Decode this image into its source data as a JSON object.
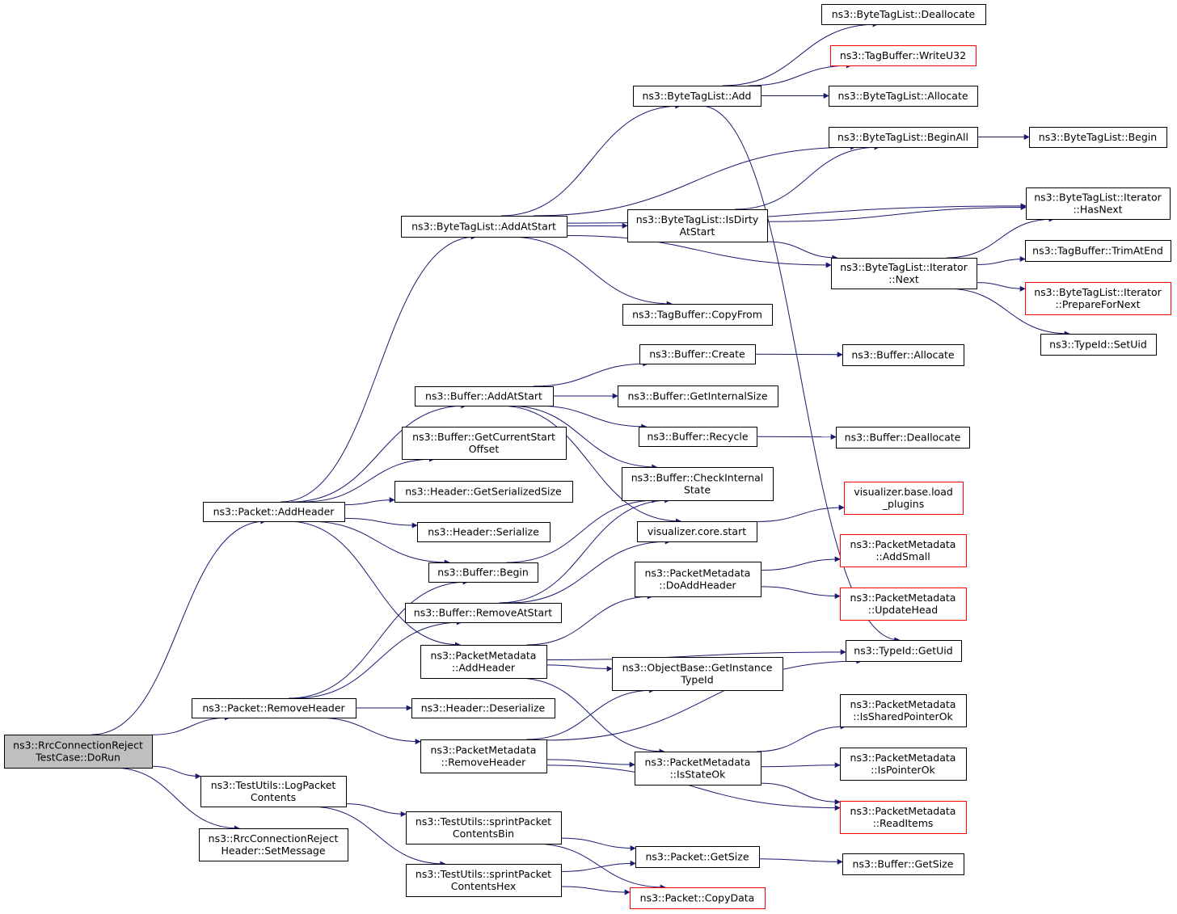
{
  "colors": {
    "edge": "#191970",
    "node_border": "#000000",
    "undocumented_border": "#ff0000",
    "root_fill": "#bfbfbf"
  },
  "nodes": [
    {
      "id": "root",
      "lines": [
        "ns3::RrcConnectionReject",
        "TestCase::DoRun"
      ],
      "root": true
    },
    {
      "id": "addheader",
      "lines": [
        "ns3::Packet::AddHeader"
      ]
    },
    {
      "id": "removeheader",
      "lines": [
        "ns3::Packet::RemoveHeader"
      ]
    },
    {
      "id": "logpacket",
      "lines": [
        "ns3::TestUtils::LogPacket",
        "Contents"
      ]
    },
    {
      "id": "setmessage",
      "lines": [
        "ns3::RrcConnectionReject",
        "Header::SetMessage"
      ]
    },
    {
      "id": "btl_addatstart",
      "lines": [
        "ns3::ByteTagList::AddAtStart"
      ]
    },
    {
      "id": "buf_addatstart",
      "lines": [
        "ns3::Buffer::AddAtStart"
      ]
    },
    {
      "id": "buf_getcurrentstart",
      "lines": [
        "ns3::Buffer::GetCurrentStart",
        "Offset"
      ]
    },
    {
      "id": "hdr_getserializedsize",
      "lines": [
        "ns3::Header::GetSerializedSize"
      ]
    },
    {
      "id": "hdr_serialize",
      "lines": [
        "ns3::Header::Serialize"
      ]
    },
    {
      "id": "buf_begin",
      "lines": [
        "ns3::Buffer::Begin"
      ]
    },
    {
      "id": "buf_removeatstart",
      "lines": [
        "ns3::Buffer::RemoveAtStart"
      ]
    },
    {
      "id": "pm_addheader",
      "lines": [
        "ns3::PacketMetadata",
        "::AddHeader"
      ]
    },
    {
      "id": "hdr_deserialize",
      "lines": [
        "ns3::Header::Deserialize"
      ]
    },
    {
      "id": "pm_removeheader",
      "lines": [
        "ns3::PacketMetadata",
        "::RemoveHeader"
      ]
    },
    {
      "id": "sprint_bin",
      "lines": [
        "ns3::TestUtils::sprintPacket",
        "ContentsBin"
      ]
    },
    {
      "id": "sprint_hex",
      "lines": [
        "ns3::TestUtils::sprintPacket",
        "ContentsHex"
      ]
    },
    {
      "id": "btl_add",
      "lines": [
        "ns3::ByteTagList::Add"
      ]
    },
    {
      "id": "btl_isdirty",
      "lines": [
        "ns3::ByteTagList::IsDirty",
        "AtStart"
      ]
    },
    {
      "id": "tb_copyfrom",
      "lines": [
        "ns3::TagBuffer::CopyFrom"
      ]
    },
    {
      "id": "buf_create",
      "lines": [
        "ns3::Buffer::Create"
      ]
    },
    {
      "id": "buf_getinternalsize",
      "lines": [
        "ns3::Buffer::GetInternalSize"
      ]
    },
    {
      "id": "buf_recycle",
      "lines": [
        "ns3::Buffer::Recycle"
      ]
    },
    {
      "id": "buf_checkinternal",
      "lines": [
        "ns3::Buffer::CheckInternal",
        "State"
      ]
    },
    {
      "id": "viz_core_start",
      "lines": [
        "visualizer.core.start"
      ]
    },
    {
      "id": "pm_doaddheader",
      "lines": [
        "ns3::PacketMetadata",
        "::DoAddHeader"
      ]
    },
    {
      "id": "ob_getinstancetypeid",
      "lines": [
        "ns3::ObjectBase::GetInstance",
        "TypeId"
      ]
    },
    {
      "id": "pm_isstateok",
      "lines": [
        "ns3::PacketMetadata",
        "::IsStateOk"
      ]
    },
    {
      "id": "pkt_getsize",
      "lines": [
        "ns3::Packet::GetSize"
      ]
    },
    {
      "id": "pkt_copydata",
      "lines": [
        "ns3::Packet::CopyData"
      ],
      "red": true
    },
    {
      "id": "btl_deallocate",
      "lines": [
        "ns3::ByteTagList::Deallocate"
      ]
    },
    {
      "id": "tb_writeu32",
      "lines": [
        "ns3::TagBuffer::WriteU32"
      ],
      "red": true
    },
    {
      "id": "btl_allocate",
      "lines": [
        "ns3::ByteTagList::Allocate"
      ]
    },
    {
      "id": "btl_beginall",
      "lines": [
        "ns3::ByteTagList::BeginAll"
      ]
    },
    {
      "id": "btl_iter_next",
      "lines": [
        "ns3::ByteTagList::Iterator",
        "::Next"
      ]
    },
    {
      "id": "buf_allocate",
      "lines": [
        "ns3::Buffer::Allocate"
      ]
    },
    {
      "id": "buf_deallocate",
      "lines": [
        "ns3::Buffer::Deallocate"
      ]
    },
    {
      "id": "viz_load_plugins",
      "lines": [
        "visualizer.base.load",
        "_plugins"
      ],
      "red": true
    },
    {
      "id": "pm_addsmall",
      "lines": [
        "ns3::PacketMetadata",
        "::AddSmall"
      ],
      "red": true
    },
    {
      "id": "pm_updatehead",
      "lines": [
        "ns3::PacketMetadata",
        "::UpdateHead"
      ],
      "red": true
    },
    {
      "id": "typeid_getuid",
      "lines": [
        "ns3::TypeId::GetUid"
      ]
    },
    {
      "id": "pm_issharedpointerok",
      "lines": [
        "ns3::PacketMetadata",
        "::IsSharedPointerOk"
      ]
    },
    {
      "id": "pm_ispointerok",
      "lines": [
        "ns3::PacketMetadata",
        "::IsPointerOk"
      ]
    },
    {
      "id": "pm_readitems",
      "lines": [
        "ns3::PacketMetadata",
        "::ReadItems"
      ],
      "red": true
    },
    {
      "id": "buf_getsize",
      "lines": [
        "ns3::Buffer::GetSize"
      ]
    },
    {
      "id": "btl_begin",
      "lines": [
        "ns3::ByteTagList::Begin"
      ]
    },
    {
      "id": "btl_iter_hasnext",
      "lines": [
        "ns3::ByteTagList::Iterator",
        "::HasNext"
      ]
    },
    {
      "id": "tb_trimatend",
      "lines": [
        "ns3::TagBuffer::TrimAtEnd"
      ]
    },
    {
      "id": "btl_iter_prepare",
      "lines": [
        "ns3::ByteTagList::Iterator",
        "::PrepareForNext"
      ],
      "red": true
    },
    {
      "id": "typeid_setuid",
      "lines": [
        "ns3::TypeId::SetUid"
      ]
    }
  ],
  "edges": [
    [
      "root",
      "addheader"
    ],
    [
      "root",
      "removeheader"
    ],
    [
      "root",
      "logpacket"
    ],
    [
      "root",
      "setmessage"
    ],
    [
      "addheader",
      "btl_addatstart"
    ],
    [
      "addheader",
      "buf_addatstart"
    ],
    [
      "addheader",
      "buf_getcurrentstart"
    ],
    [
      "addheader",
      "hdr_getserializedsize"
    ],
    [
      "addheader",
      "hdr_serialize"
    ],
    [
      "addheader",
      "buf_begin"
    ],
    [
      "addheader",
      "pm_addheader"
    ],
    [
      "removeheader",
      "buf_begin"
    ],
    [
      "removeheader",
      "buf_removeatstart"
    ],
    [
      "removeheader",
      "hdr_deserialize"
    ],
    [
      "removeheader",
      "pm_removeheader"
    ],
    [
      "logpacket",
      "sprint_bin"
    ],
    [
      "logpacket",
      "sprint_hex"
    ],
    [
      "btl_addatstart",
      "btl_add"
    ],
    [
      "btl_addatstart",
      "btl_beginall"
    ],
    [
      "btl_addatstart",
      "btl_iter_hasnext"
    ],
    [
      "btl_addatstart",
      "btl_isdirty"
    ],
    [
      "btl_addatstart",
      "btl_iter_next"
    ],
    [
      "btl_addatstart",
      "tb_copyfrom"
    ],
    [
      "btl_add",
      "btl_deallocate"
    ],
    [
      "btl_add",
      "tb_writeu32"
    ],
    [
      "btl_add",
      "btl_allocate"
    ],
    [
      "btl_add",
      "typeid_getuid"
    ],
    [
      "btl_beginall",
      "btl_begin"
    ],
    [
      "btl_isdirty",
      "btl_beginall"
    ],
    [
      "btl_isdirty",
      "btl_iter_hasnext"
    ],
    [
      "btl_isdirty",
      "btl_iter_next"
    ],
    [
      "btl_iter_next",
      "btl_iter_hasnext"
    ],
    [
      "btl_iter_next",
      "tb_trimatend"
    ],
    [
      "btl_iter_next",
      "btl_iter_prepare"
    ],
    [
      "btl_iter_next",
      "typeid_setuid"
    ],
    [
      "buf_addatstart",
      "buf_create"
    ],
    [
      "buf_addatstart",
      "buf_getinternalsize"
    ],
    [
      "buf_addatstart",
      "buf_recycle"
    ],
    [
      "buf_addatstart",
      "buf_checkinternal"
    ],
    [
      "buf_addatstart",
      "viz_core_start"
    ],
    [
      "buf_create",
      "buf_allocate"
    ],
    [
      "buf_recycle",
      "buf_deallocate"
    ],
    [
      "buf_begin",
      "buf_checkinternal"
    ],
    [
      "buf_removeatstart",
      "buf_checkinternal"
    ],
    [
      "buf_removeatstart",
      "viz_core_start"
    ],
    [
      "viz_core_start",
      "viz_load_plugins"
    ],
    [
      "pm_addheader",
      "pm_doaddheader"
    ],
    [
      "pm_addheader",
      "typeid_getuid"
    ],
    [
      "pm_addheader",
      "ob_getinstancetypeid"
    ],
    [
      "pm_addheader",
      "pm_isstateok"
    ],
    [
      "pm_doaddheader",
      "pm_addsmall"
    ],
    [
      "pm_doaddheader",
      "pm_updatehead"
    ],
    [
      "pm_removeheader",
      "ob_getinstancetypeid"
    ],
    [
      "pm_removeheader",
      "typeid_getuid"
    ],
    [
      "pm_removeheader",
      "pm_isstateok"
    ],
    [
      "pm_removeheader",
      "pm_readitems"
    ],
    [
      "pm_isstateok",
      "pm_issharedpointerok"
    ],
    [
      "pm_isstateok",
      "pm_ispointerok"
    ],
    [
      "pm_isstateok",
      "pm_readitems"
    ],
    [
      "sprint_bin",
      "pkt_getsize"
    ],
    [
      "sprint_bin",
      "pkt_copydata"
    ],
    [
      "sprint_hex",
      "pkt_getsize"
    ],
    [
      "sprint_hex",
      "pkt_copydata"
    ],
    [
      "pkt_getsize",
      "buf_getsize"
    ]
  ]
}
